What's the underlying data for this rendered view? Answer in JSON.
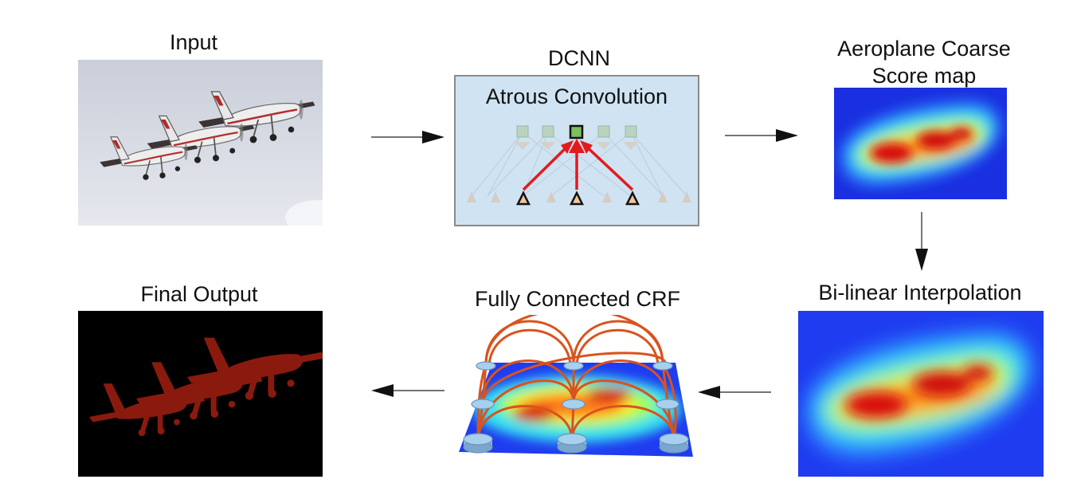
{
  "labels": {
    "input": "Input",
    "dcnn": "DCNN",
    "atrous": "Atrous Convolution",
    "coarse_line1": "Aeroplane Coarse",
    "coarse_line2": "Score map",
    "bilinear": "Bi-linear Interpolation",
    "crf": "Fully Connected CRF",
    "final": "Final Output"
  },
  "colors": {
    "dcnn_box_fill": "#cfe3f3",
    "dcnn_box_border": "#8a8a8a",
    "atrous_arrow": "#e31a1c",
    "output_mask": "#8b1a0e",
    "crf_edges": "#d9531e",
    "sky": "#dfe2ea"
  },
  "icons": [
    "airplane-icon",
    "atrous-kernel-icon",
    "heatmap-icon",
    "crf-graph-icon",
    "flow-arrow-icon"
  ]
}
